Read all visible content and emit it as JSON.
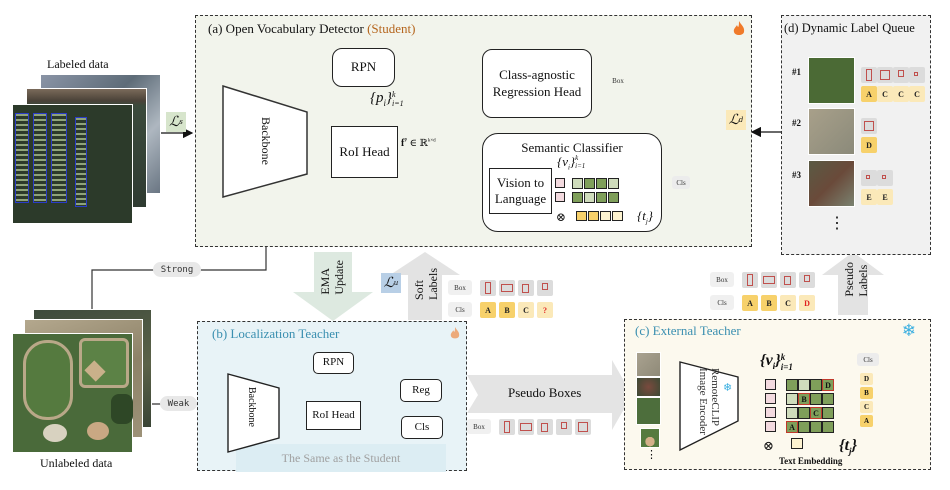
{
  "colors": {
    "student_panel_bg": "#f2f4ec",
    "loc_teacher_bg": "#e8f3f7",
    "ext_teacher_bg": "#fcf9ee",
    "queue_bg": "#f1f1f1",
    "student_accent": "#b5651d",
    "teacher_title": "#3a8fb0",
    "flame": "#f07a2a",
    "snowflake": "#38aee0",
    "box_red": "#c0504d",
    "label_yellow_strong": "#f7d16b",
    "label_yellow_light": "#fbe9b9",
    "green_dark": "#7f9f5a",
    "green_light": "#cfdcbc",
    "pink": "#f3dadf"
  },
  "labeled_data": {
    "caption": "Labeled data"
  },
  "unlabeled_data": {
    "caption": "Unlabeled data"
  },
  "augment": {
    "strong": "Strong",
    "weak": "Weak"
  },
  "losses": {
    "supervised": "ℒ",
    "supervised_sub": "s",
    "unsupervised": "ℒ",
    "unsupervised_sub": "u",
    "dynamic": "ℒ",
    "dynamic_sub": "d"
  },
  "student": {
    "title": "(a) Open Vocabulary Detector",
    "title_suffix": "(Student)",
    "icon": "flame-icon",
    "backbone": "Backbone",
    "rpn": "RPN",
    "proposals": "{p",
    "proposals_sub": "i",
    "proposals_close": "}",
    "proposals_sup": "k",
    "proposals_range": "i=1",
    "roi_head": "RoI Head",
    "feature": "f",
    "feature_sup": "P",
    "feature_space": "∈ ℝ",
    "feature_dim": "k×d",
    "reg_head_line1": "Class-agnostic",
    "reg_head_line2": "Regression Head",
    "box_tag": "Box",
    "semantic_classifier": "Semantic Classifier",
    "v2l_line1": "Vision to",
    "v2l_line2": "Language",
    "visual_emb": "{v",
    "visual_emb_sub": "i",
    "visual_emb_close": "}",
    "visual_emb_sup": "k",
    "visual_emb_range": "i=1",
    "text_emb": "{t",
    "text_emb_sub": "j",
    "text_emb_close": "}",
    "cls_tag": "Cls",
    "otimes": "⊗"
  },
  "ema": {
    "line1": "EMA",
    "line2": "Update"
  },
  "soft_labels": {
    "line1": "Soft",
    "line2": "Labels",
    "box_tag": "Box",
    "cls_tag": "Cls",
    "classes": [
      "A",
      "B",
      "C",
      "?"
    ]
  },
  "loc_teacher": {
    "title": "(b) Localization Teacher",
    "icon": "flame-icon",
    "backbone": "Backbone",
    "rpn": "RPN",
    "roi_head": "RoI Head",
    "reg": "Reg",
    "cls": "Cls",
    "note": "The Same as the Student"
  },
  "pseudo_boxes": {
    "label": "Pseudo Boxes",
    "box_tag": "Box"
  },
  "pseudo_labels": {
    "line1": "Pseudo",
    "line2": "Labels",
    "box_tag": "Box",
    "cls_tag": "Cls",
    "classes": [
      "A",
      "B",
      "C",
      "D"
    ]
  },
  "ext_teacher": {
    "title": "(c) External Teacher",
    "icon": "snowflake-icon",
    "encoder_line1": "RemoteCLIP",
    "encoder_line2": "Image Encoder",
    "visual_emb": "{v",
    "visual_emb_sub": "i",
    "visual_emb_close": "}",
    "visual_emb_sup": "k",
    "visual_emb_range": "i=1",
    "text_emb": "{t",
    "text_emb_sub": "j",
    "text_emb_close": "}",
    "text_embedding_caption": "Text Embedding",
    "cls_tag": "Cls",
    "matrix_marks": [
      "D",
      "B",
      "C",
      "A"
    ],
    "output_classes": [
      "D",
      "B",
      "C",
      "A"
    ],
    "ellipsis": "⋮",
    "otimes": "⊗"
  },
  "queue": {
    "title": "(d) Dynamic Label Queue",
    "entries": [
      {
        "id": "#1",
        "classes": [
          "A",
          "C",
          "C",
          "C"
        ]
      },
      {
        "id": "#2",
        "classes": [
          "D"
        ]
      },
      {
        "id": "#3",
        "classes": [
          "E",
          "E"
        ]
      }
    ],
    "ellipsis": "⋮"
  }
}
